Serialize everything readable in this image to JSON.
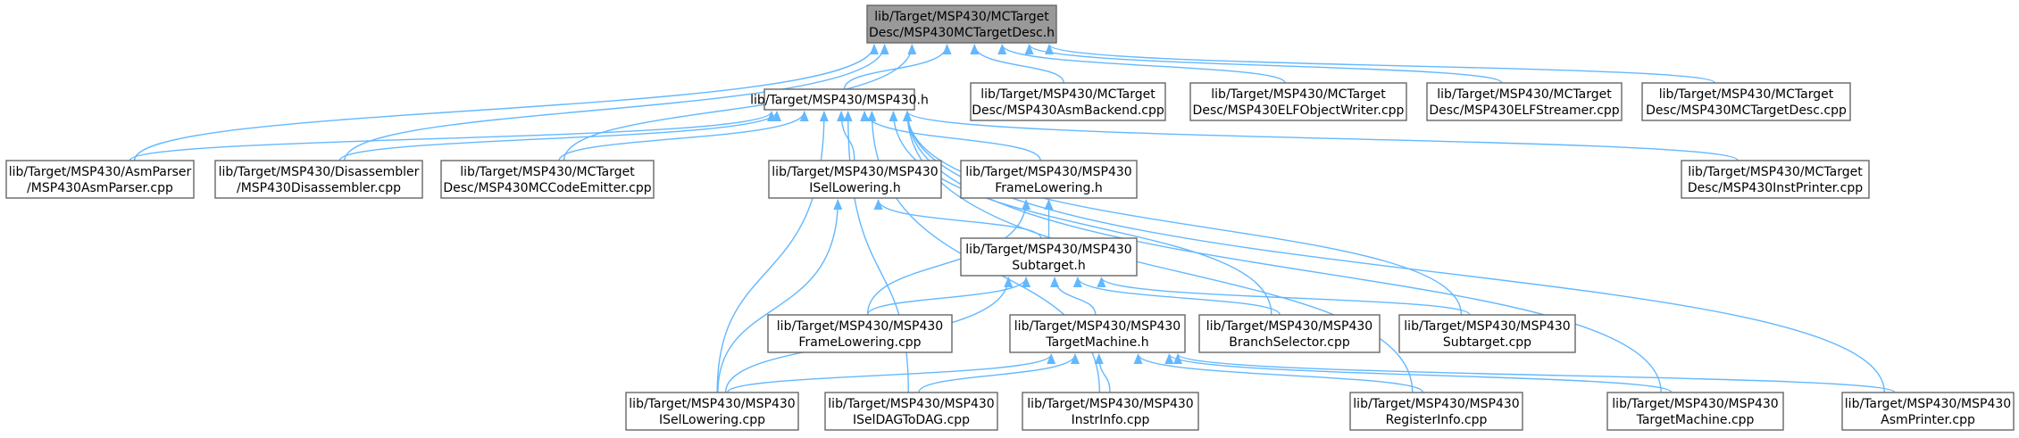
{
  "colors": {
    "edge": "#63b8ff",
    "node_border": "#666666",
    "node_fill": "#ffffff",
    "root_fill": "#999999",
    "text": "#000000"
  },
  "nodes": [
    {
      "id": "root",
      "lines": [
        "lib/Target/MSP430/MCTarget",
        "Desc/MSP430MCTargetDesc.h"
      ],
      "highlighted": true
    },
    {
      "id": "msp430h",
      "lines": [
        "lib/Target/MSP430/MSP430.h"
      ]
    },
    {
      "id": "asmbackend",
      "lines": [
        "lib/Target/MSP430/MCTarget",
        "Desc/MSP430AsmBackend.cpp"
      ]
    },
    {
      "id": "elfwriter",
      "lines": [
        "lib/Target/MSP430/MCTarget",
        "Desc/MSP430ELFObjectWriter.cpp"
      ]
    },
    {
      "id": "elfstreamer",
      "lines": [
        "lib/Target/MSP430/MCTarget",
        "Desc/MSP430ELFStreamer.cpp"
      ]
    },
    {
      "id": "mctargetdesc",
      "lines": [
        "lib/Target/MSP430/MCTarget",
        "Desc/MSP430MCTargetDesc.cpp"
      ]
    },
    {
      "id": "asmparser",
      "lines": [
        "lib/Target/MSP430/AsmParser",
        "/MSP430AsmParser.cpp"
      ]
    },
    {
      "id": "disassembler",
      "lines": [
        "lib/Target/MSP430/Disassembler",
        "/MSP430Disassembler.cpp"
      ]
    },
    {
      "id": "codeemitter",
      "lines": [
        "lib/Target/MSP430/MCTarget",
        "Desc/MSP430MCCodeEmitter.cpp"
      ]
    },
    {
      "id": "isellowh",
      "lines": [
        "lib/Target/MSP430/MSP430",
        "ISelLowering.h"
      ]
    },
    {
      "id": "framelowh",
      "lines": [
        "lib/Target/MSP430/MSP430",
        "FrameLowering.h"
      ]
    },
    {
      "id": "instprinter",
      "lines": [
        "lib/Target/MSP430/MCTarget",
        "Desc/MSP430InstPrinter.cpp"
      ]
    },
    {
      "id": "subtargeth",
      "lines": [
        "lib/Target/MSP430/MSP430",
        "Subtarget.h"
      ]
    },
    {
      "id": "framelowcpp",
      "lines": [
        "lib/Target/MSP430/MSP430",
        "FrameLowering.cpp"
      ]
    },
    {
      "id": "tmh",
      "lines": [
        "lib/Target/MSP430/MSP430",
        "TargetMachine.h"
      ]
    },
    {
      "id": "branchsel",
      "lines": [
        "lib/Target/MSP430/MSP430",
        "BranchSelector.cpp"
      ]
    },
    {
      "id": "subtargetcpp",
      "lines": [
        "lib/Target/MSP430/MSP430",
        "Subtarget.cpp"
      ]
    },
    {
      "id": "isellowcpp",
      "lines": [
        "lib/Target/MSP430/MSP430",
        "ISelLowering.cpp"
      ]
    },
    {
      "id": "iseldag",
      "lines": [
        "lib/Target/MSP430/MSP430",
        "ISelDAGToDAG.cpp"
      ]
    },
    {
      "id": "instrinfo",
      "lines": [
        "lib/Target/MSP430/MSP430",
        "InstrInfo.cpp"
      ]
    },
    {
      "id": "reginfo",
      "lines": [
        "lib/Target/MSP430/MSP430",
        "RegisterInfo.cpp"
      ]
    },
    {
      "id": "tmcpp",
      "lines": [
        "lib/Target/MSP430/MSP430",
        "TargetMachine.cpp"
      ]
    },
    {
      "id": "asmprinter",
      "lines": [
        "lib/Target/MSP430/MSP430",
        "AsmPrinter.cpp"
      ]
    }
  ],
  "edges": [
    [
      "asmparser",
      "root"
    ],
    [
      "disassembler",
      "root"
    ],
    [
      "codeemitter",
      "root"
    ],
    [
      "msp430h",
      "root"
    ],
    [
      "asmbackend",
      "root"
    ],
    [
      "elfwriter",
      "root"
    ],
    [
      "elfstreamer",
      "root"
    ],
    [
      "mctargetdesc",
      "root"
    ],
    [
      "asmparser",
      "msp430h"
    ],
    [
      "disassembler",
      "msp430h"
    ],
    [
      "codeemitter",
      "msp430h"
    ],
    [
      "isellowh",
      "msp430h"
    ],
    [
      "framelowh",
      "msp430h"
    ],
    [
      "instprinter",
      "msp430h"
    ],
    [
      "isellowcpp",
      "msp430h"
    ],
    [
      "iseldag",
      "msp430h"
    ],
    [
      "branchsel",
      "msp430h"
    ],
    [
      "subtargetcpp",
      "msp430h"
    ],
    [
      "instrinfo",
      "msp430h"
    ],
    [
      "reginfo",
      "msp430h"
    ],
    [
      "tmcpp",
      "msp430h"
    ],
    [
      "asmprinter",
      "msp430h"
    ],
    [
      "subtargeth",
      "isellowh"
    ],
    [
      "isellowcpp",
      "isellowh"
    ],
    [
      "subtargeth",
      "framelowh"
    ],
    [
      "framelowcpp",
      "framelowh"
    ],
    [
      "framelowcpp",
      "subtargeth"
    ],
    [
      "tmh",
      "subtargeth"
    ],
    [
      "branchsel",
      "subtargeth"
    ],
    [
      "subtargetcpp",
      "subtargeth"
    ],
    [
      "isellowcpp",
      "subtargeth"
    ],
    [
      "isellowcpp",
      "tmh"
    ],
    [
      "iseldag",
      "tmh"
    ],
    [
      "instrinfo",
      "tmh"
    ],
    [
      "reginfo",
      "tmh"
    ],
    [
      "tmcpp",
      "tmh"
    ],
    [
      "asmprinter",
      "tmh"
    ]
  ]
}
